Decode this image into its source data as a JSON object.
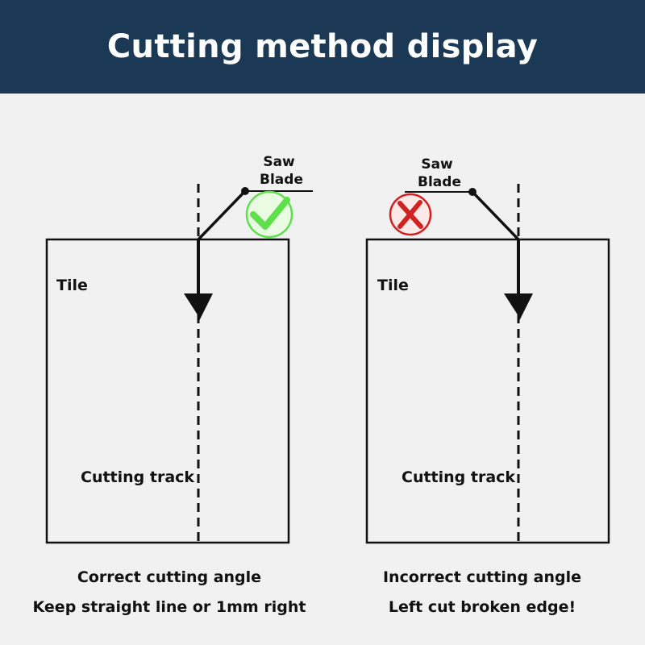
{
  "title": "Cutting method display",
  "colors": {
    "header_bg": "#1b3954",
    "page_bg": "#f1f1f1",
    "correct_green": "#5ee04a",
    "incorrect_red": "#d22121"
  },
  "panels": [
    {
      "saw_label_line1": "Saw",
      "saw_label_line2": "Blade",
      "tile_label": "Tile",
      "track_label": "Cutting track",
      "status_icon": "check-icon",
      "caption_line1": "Correct cutting angle",
      "caption_line2": "Keep straight line or 1mm right"
    },
    {
      "saw_label_line1": "Saw",
      "saw_label_line2": "Blade",
      "tile_label": "Tile",
      "track_label": "Cutting track",
      "status_icon": "cross-icon",
      "caption_line1": "Incorrect cutting angle",
      "caption_line2": "Left cut broken edge!"
    }
  ]
}
